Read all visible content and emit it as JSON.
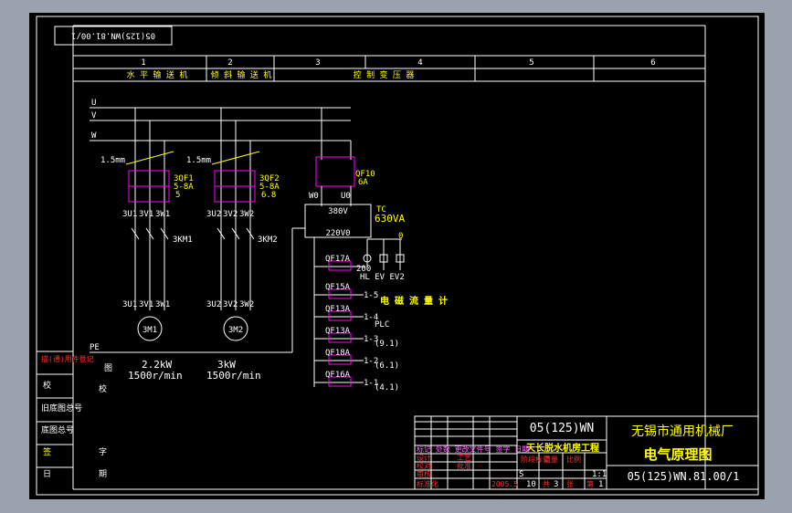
{
  "drawing_no_rotated": "05(125)WN.81.00/1",
  "columns": [
    "1",
    "2",
    "3",
    "4",
    "5",
    "6"
  ],
  "column_titles": {
    "horizontal_conveyor": "水 平 输 送 机",
    "inclined_conveyor": "倾 斜 输 送 机",
    "control_transformer": "控 制 变 压 器"
  },
  "phases": {
    "u": "U",
    "v": "V",
    "w": "W"
  },
  "breakers": {
    "qf1_setting": "1.5mm",
    "qf1_name": "3QF1",
    "qf1_range": "5-8A",
    "qf1_value": "5",
    "qf2_setting": "1.5mm",
    "qf2_name": "3QF2",
    "qf2_range": "5-8A",
    "qf2_value": "6.8",
    "qf10_name": "QF10",
    "qf10_value": "6A"
  },
  "thermal": {
    "t1": "3U1",
    "t1b": "3V1",
    "t1c": "3W1",
    "t2": "3U2",
    "t2b": "3V2",
    "t2c": "3W2"
  },
  "contactors": {
    "km1": "3KM1",
    "km2": "3KM2"
  },
  "motor_terminals": {
    "m1": [
      "3U1",
      "3V1",
      "3W1"
    ],
    "m2": [
      "3U2",
      "3V2",
      "3W2"
    ]
  },
  "motors": {
    "m1_name": "3M1",
    "m1_power": "2.2kW",
    "m1_speed": "1500r/min",
    "m2_name": "3M2",
    "m2_power": "3kW",
    "m2_speed": "1500r/min"
  },
  "pe_label": "PE",
  "transformer": {
    "w0": "W0",
    "u0": "U0",
    "name": "TC",
    "rating": "630VA",
    "primary": "380V",
    "secondary": "220V0",
    "zero": "0",
    "terminal": "200"
  },
  "indicators": {
    "label": "HL EV EV2"
  },
  "branches": [
    {
      "qf": "QF17A",
      "out": "",
      "desc": ""
    },
    {
      "qf": "QF15A",
      "out": "1-5",
      "desc": "电 磁 流 量 计"
    },
    {
      "qf": "QF13A",
      "out": "1-4",
      "desc": "PLC"
    },
    {
      "qf": "QF13A",
      "out": "1-3",
      "desc": "(9.1)"
    },
    {
      "qf": "QF18A",
      "out": "1-2",
      "desc": "(6.1)"
    },
    {
      "qf": "QF16A",
      "out": "1-1",
      "desc": "(4.1)"
    }
  ],
  "side_labels": [
    {
      "a": "描(通)用件登记",
      "b": "图"
    },
    {
      "a": "校",
      "b": "校"
    },
    {
      "a": "旧底图总号",
      "b": ""
    },
    {
      "a": "底图总号",
      "b": ""
    },
    {
      "a": "签",
      "b": "字"
    },
    {
      "a": "日",
      "b": "期"
    }
  ],
  "title_block": {
    "code": "05(125)WN",
    "company": "无锡市通用机械厂",
    "project": "天长脱水机房工程",
    "drawing_title": "电气原理图",
    "drawing_no": "05(125)WN.81.00/1",
    "rev_header": "标记 处数 更改文件号 签字 日期",
    "design": "设计",
    "check": "校对",
    "approve": "审核",
    "standard": "标准化",
    "process": "工艺",
    "date": "批准",
    "stage": "阶段标记",
    "weight": "重量",
    "scale": "比例",
    "sheet_count": "共",
    "sheet_word": "张",
    "sheet_total": "3",
    "sheet_no": "第",
    "sheet_index": "1",
    "num_10": "10",
    "num_s": "S",
    "num_1": "1:1",
    "year": "2005.5"
  }
}
